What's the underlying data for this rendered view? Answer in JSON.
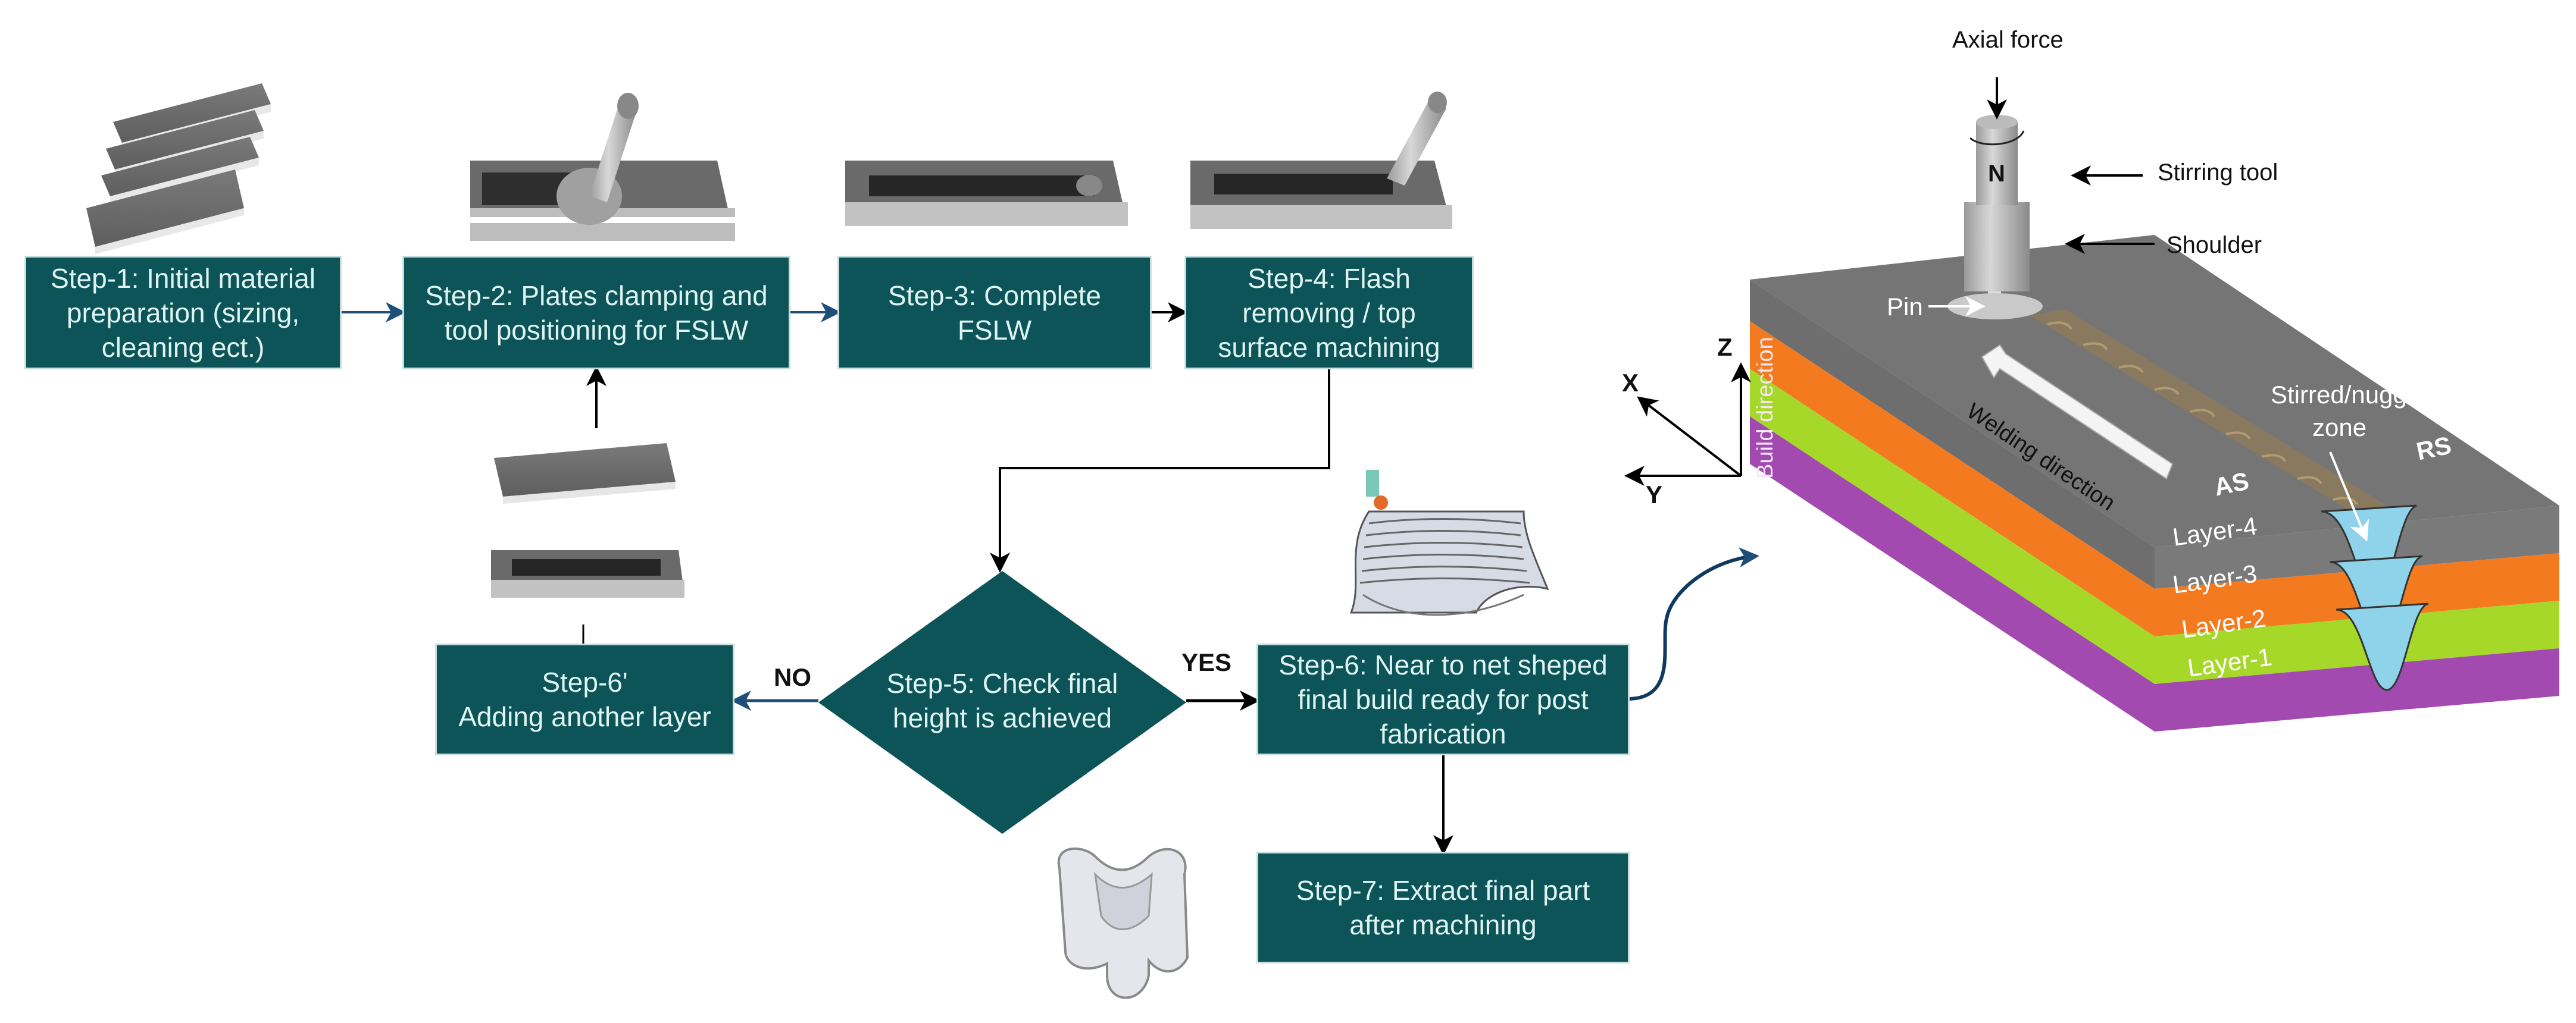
{
  "flowchart": {
    "steps": {
      "step1": {
        "line1": "Step-1: Initial material",
        "line2": "preparation (sizing,",
        "line3": "cleaning ect.)"
      },
      "step2": {
        "line1": "Step-2: Plates clamping and",
        "line2": "tool positioning for FSLW"
      },
      "step3": {
        "line1": "Step-3: Complete",
        "line2": "FSLW"
      },
      "step4": {
        "line1": "Step-4: Flash",
        "line2": "removing / top",
        "line3": "surface machining"
      },
      "step5": {
        "line1": "Step-5: Check final",
        "line2": "height is achieved"
      },
      "step6": {
        "line1": "Step-6: Near to net sheped",
        "line2": "final build ready for post",
        "line3": "fabrication"
      },
      "step6_prime": {
        "line1": "Step-6'",
        "line2": "Adding another layer"
      },
      "step7": {
        "line1": "Step-7: Extract final part",
        "line2": "after machining"
      }
    },
    "decision_labels": {
      "no": "NO",
      "yes": "YES"
    }
  },
  "fslw_schematic": {
    "labels": {
      "axial_force": "Axial force",
      "stirring_tool": "Stirring tool",
      "shoulder": "Shoulder",
      "pin": "Pin",
      "rotation_marker": "N",
      "welding_direction": "Welding direction",
      "build_direction": "Build direction",
      "nugget_zone_1": "Stirred/nugget",
      "nugget_zone_2": "zone",
      "advancing_side": "AS",
      "retreating_side": "RS"
    },
    "axes": {
      "x": "X",
      "y": "Y",
      "z": "Z"
    },
    "layers": [
      {
        "label": "Layer-4",
        "color": "#6e6e6e"
      },
      {
        "label": "Layer-3",
        "color": "#f47a20"
      },
      {
        "label": "Layer-2",
        "color": "#a6d82a"
      },
      {
        "label": "Layer-1",
        "color": "#a24ab0"
      }
    ]
  },
  "colors": {
    "box": "#0d5458",
    "box_text": "#dff4f2",
    "flow_arrow_blue": "#1f4e79",
    "nugget": "#8fd3ea"
  }
}
